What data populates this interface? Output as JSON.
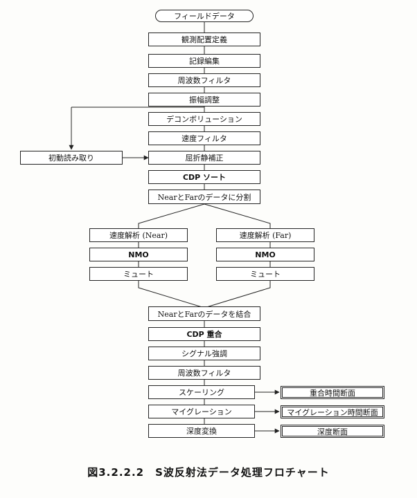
{
  "nodes": {
    "field_data": "フィールドデータ",
    "geometry_definition": "観測配置定義",
    "record_editing": "記録編集",
    "frequency_filter_1": "周波数フィルタ",
    "amplitude_adjustment": "振幅調整",
    "deconvolution": "デコンボリューション",
    "velocity_filter": "速度フィルタ",
    "first_break_picking": "初動読み取り",
    "refraction_statics": "屈折静補正",
    "cdp_sort": "CDP ソート",
    "split_near_far": "NearとFarのデータに分割",
    "velocity_analysis_near": "速度解析 (Near)",
    "nmo_near": "NMO",
    "mute_near": "ミュート",
    "velocity_analysis_far": "速度解析 (Far)",
    "nmo_far": "NMO",
    "mute_far": "ミュート",
    "merge_near_far": "NearとFarのデータを結合",
    "cdp_stack": "CDP 重合",
    "signal_enhancement": "シグナル強調",
    "frequency_filter_2": "周波数フィルタ",
    "scaling": "スケーリング",
    "migration": "マイグレーション",
    "depth_conversion": "深度変換",
    "stacked_time_section": "重合時間断面",
    "migrated_time_section": "マイグレーション時間断面",
    "depth_section": "深度断面"
  },
  "caption": "図3.2.2.2　S波反射法データ処理フロチャート"
}
